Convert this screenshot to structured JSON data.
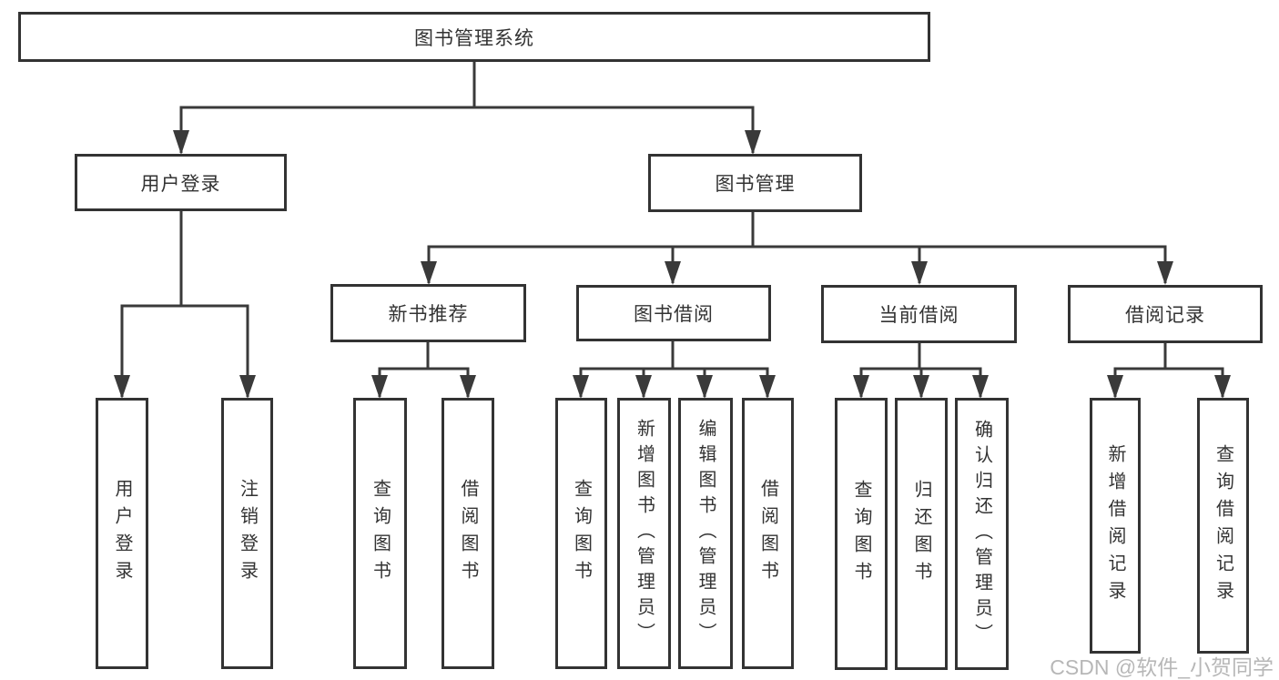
{
  "tree": {
    "root": {
      "label": "图书管理系统"
    },
    "branches": [
      {
        "label": "用户登录",
        "children": [
          {
            "label": "用户登录"
          },
          {
            "label": "注销登录"
          }
        ]
      },
      {
        "label": "图书管理",
        "sections": [
          {
            "label": "新书推荐",
            "children": [
              {
                "label": "查询图书"
              },
              {
                "label": "借阅图书"
              }
            ]
          },
          {
            "label": "图书借阅",
            "children": [
              {
                "label": "查询图书"
              },
              {
                "label": "新增图书（管理员）"
              },
              {
                "label": "编辑图书（管理员）"
              },
              {
                "label": "借阅图书"
              }
            ]
          },
          {
            "label": "当前借阅",
            "children": [
              {
                "label": "查询图书"
              },
              {
                "label": "归还图书"
              },
              {
                "label": "确认归还（管理员）"
              }
            ]
          },
          {
            "label": "借阅记录",
            "children": [
              {
                "label": "新增借阅记录"
              },
              {
                "label": "查询借阅记录"
              }
            ]
          }
        ]
      }
    ]
  },
  "watermark": "CSDN @软件_小贺同学",
  "colors": {
    "line": "#3a3a3a",
    "box_border": "#333333",
    "text": "#333333",
    "watermark": "#b7b7b7",
    "background": "#ffffff"
  }
}
